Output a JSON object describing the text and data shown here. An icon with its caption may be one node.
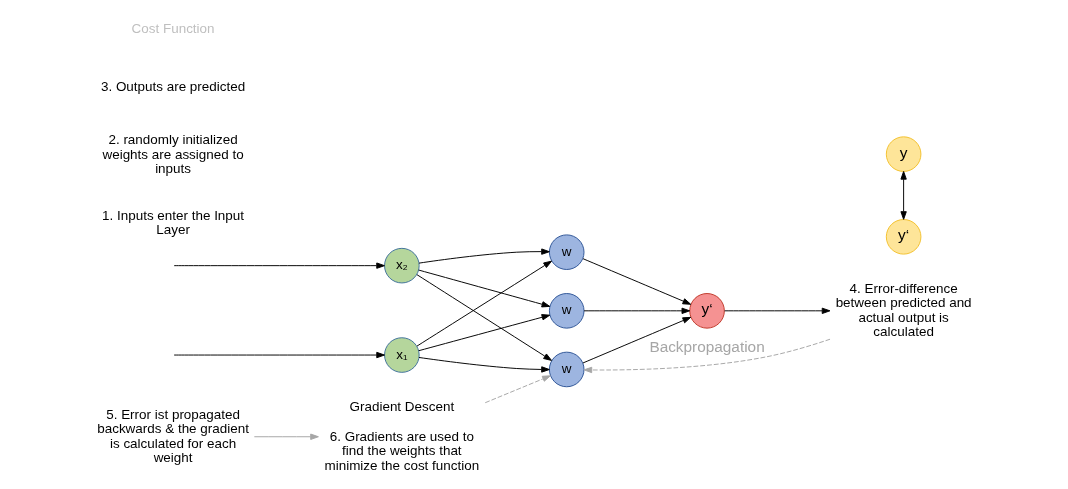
{
  "diagram": {
    "nodes": [
      {
        "text": [
          "x₁"
        ]
      },
      {
        "text": [
          "x₂"
        ]
      },
      {
        "text": [
          "w"
        ]
      },
      {
        "text": [
          "w"
        ]
      },
      {
        "text": [
          "w"
        ]
      },
      {
        "text": [
          "y‘"
        ]
      },
      {
        "text": [
          "y"
        ]
      },
      {
        "text": [
          "y‘"
        ]
      },
      {
        "text": [
          "4. Error-difference between predicted and actual output is calculated"
        ]
      },
      {
        "text": [
          "5. Error ist propagated backwards & the gradient is calculated for each weight"
        ]
      },
      {
        "text": [
          "Gradient Descent",
          "6. Gradients are used to find the weights that minimize the cost function"
        ]
      }
    ],
    "edges": [
      {
        "from": null,
        "to": 0,
        "arrow": "to"
      },
      {
        "from": null,
        "to": 1,
        "arrow": "to"
      },
      {
        "from": 0,
        "to": 2,
        "arrow": "to"
      },
      {
        "from": 0,
        "to": 3,
        "arrow": "to"
      },
      {
        "from": 0,
        "to": 4,
        "arrow": "to"
      },
      {
        "from": 1,
        "to": 2,
        "arrow": "to"
      },
      {
        "from": 1,
        "to": 3,
        "arrow": "to"
      },
      {
        "from": 1,
        "to": 4,
        "arrow": "to"
      },
      {
        "from": 2,
        "to": 5,
        "arrow": "to"
      },
      {
        "from": 3,
        "to": 5,
        "arrow": "to"
      },
      {
        "from": 4,
        "to": 5,
        "arrow": "to"
      },
      {
        "from": 5,
        "to": 8,
        "arrow": "to"
      },
      {
        "from": 6,
        "to": 7,
        "arrow": "both"
      },
      {
        "from": 8,
        "to": 4,
        "arrow": "to",
        "label": "Backpropagation",
        "style": "dashed",
        "color": "#a6a6a6"
      },
      {
        "from": 9,
        "to": 10,
        "arrow": "to",
        "color": "#a6a6a6"
      },
      {
        "from": 10,
        "to": 4,
        "arrow": "to",
        "style": "dashed",
        "color": "#a6a6a6"
      }
    ],
    "labels": [
      "1. Inputs enter the Input Layer",
      "2. randomly initialized weights are assigned to inputs",
      "3. Outputs are predicted",
      "Cost Function"
    ]
  }
}
